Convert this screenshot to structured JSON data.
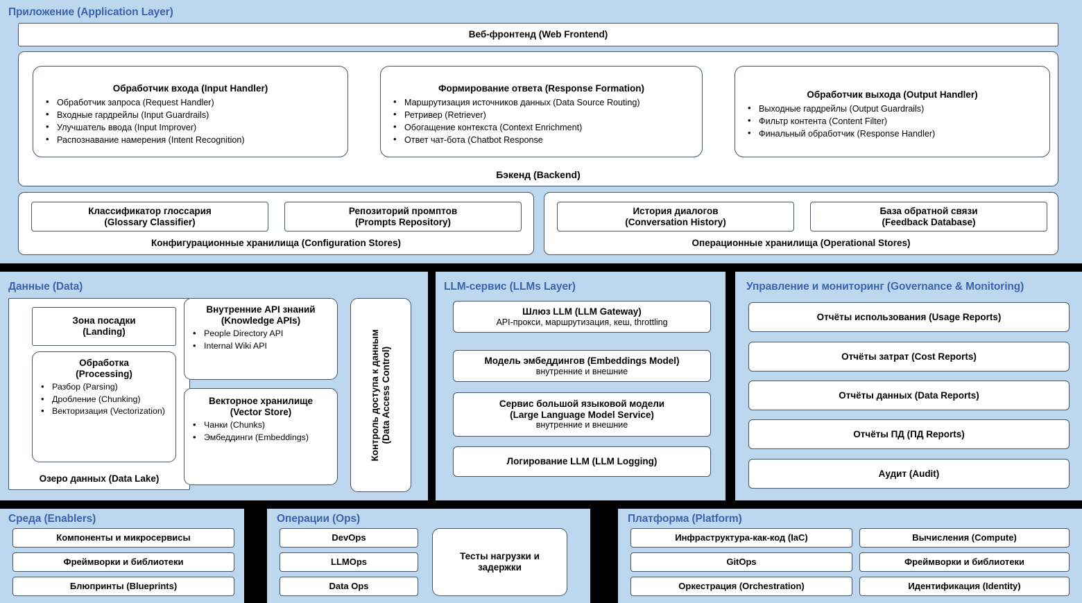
{
  "app_layer": {
    "title": "Приложение (Application Layer)",
    "web_frontend": "Веб-фронтенд (Web Frontend)",
    "backend_label": "Бэкенд (Backend)",
    "cards": [
      {
        "title": "Обработчик входа (Input Handler)",
        "items": [
          "Обработчик запроса (Request Handler)",
          "Входные гардрейлы (Input Guardrails)",
          "Улучшатель ввода (Input Improver)",
          "Распознавание намерения (Intent Recognition)"
        ]
      },
      {
        "title": "Формирование ответа (Response Formation)",
        "items": [
          "Маршрутизация источников данных (Data Source Routing)",
          "Ретривер (Retriever)",
          "Обогащение контекста (Context Enrichment)",
          "Ответ чат-бота (Chatbot Response"
        ]
      },
      {
        "title": "Обработчик выхода (Output Handler)",
        "items": [
          "Выходные гардрейлы (Output Guardrails)",
          "Фильтр контента (Content Filter)",
          "Финальный обработчик (Response Handler)"
        ]
      }
    ],
    "config_stores": {
      "label": "Конфигурационные хранилища (Configuration Stores)",
      "items": [
        {
          "ru": "Классификатор глоссария",
          "en": "(Glossary Classifier)"
        },
        {
          "ru": "Репозиторий промптов",
          "en": "(Prompts Repository)"
        }
      ]
    },
    "operational_stores": {
      "label": "Операционные хранилища (Operational Stores)",
      "items": [
        {
          "ru": "История диалогов",
          "en": "(Conversation History)"
        },
        {
          "ru": "База обратной связи",
          "en": "(Feedback Database)"
        }
      ]
    }
  },
  "data_layer": {
    "title": "Данные (Data)",
    "data_lake_label": "Озеро данных (Data Lake)",
    "landing": {
      "ru": "Зона посадки",
      "en": "(Landing)"
    },
    "processing": {
      "ru": "Обработка",
      "en": "(Processing)",
      "items": [
        "Разбор (Parsing)",
        "Дробление (Chunking)",
        "Векторизация (Vectorization)"
      ]
    },
    "knowledge_apis": {
      "ru": "Внутренние API знаний",
      "en": "(Knowledge APIs)",
      "items": [
        "People Directory API",
        "Internal Wiki API"
      ]
    },
    "vector_store": {
      "ru": "Векторное хранилище",
      "en": "(Vector Store)",
      "items": [
        "Чанки (Chunks)",
        "Эмбеддинги (Embeddings)"
      ]
    },
    "data_access_control": {
      "ru": "Контроль доступа к данным",
      "en": "(Data Access Control)"
    }
  },
  "llm_layer": {
    "title": "LLM-сервис (LLMs Layer)",
    "boxes": [
      {
        "title": "Шлюз LLM (LLM Gateway)",
        "sub": "API-прокси, маршрутизация, кеш, throttling"
      },
      {
        "title": "Модель эмбеддингов (Embeddings Model)",
        "sub": "внутренние и внешние"
      },
      {
        "title": "Сервис большой языковой модели",
        "title2": "(Large Language Model Service)",
        "sub": "внутренние и внешние"
      },
      {
        "title": "Логирование LLM (LLM Logging)",
        "sub": ""
      }
    ]
  },
  "governance_layer": {
    "title": "Управление и мониторинг (Governance & Monitoring)",
    "items": [
      "Отчёты использования (Usage Reports)",
      "Отчёты затрат (Cost Reports)",
      "Отчёты данных (Data Reports)",
      "Отчёты ПД (ПД Reports)",
      "Аудит (Audit)"
    ]
  },
  "enablers_layer": {
    "title": "Среда (Enablers)",
    "items": [
      "Компоненты и микросервисы",
      "Фреймворки и библиотеки",
      "Блюпринты (Blueprints)"
    ]
  },
  "ops_layer": {
    "title": "Операции (Ops)",
    "items": [
      "DevOps",
      "LLMOps",
      "Data Ops"
    ],
    "load_tests_line1": "Тесты нагрузки и",
    "load_tests_line2": "задержки"
  },
  "platform_layer": {
    "title": "Платформа (Platform)",
    "column_a": [
      "Инфраструктура-как-код (IaC)",
      "GitOps",
      "Оркестрация (Orchestration)"
    ],
    "column_b": [
      "Вычисления (Compute)",
      "Фреймворки и библиотеки",
      "Идентификация (Identity)"
    ]
  },
  "colors": {
    "panel_background": "#bdd7ee",
    "panel_title": "#3b63ad",
    "box_border": "#44546a",
    "box_fill": "#ffffff",
    "canvas_background": "#000000"
  }
}
